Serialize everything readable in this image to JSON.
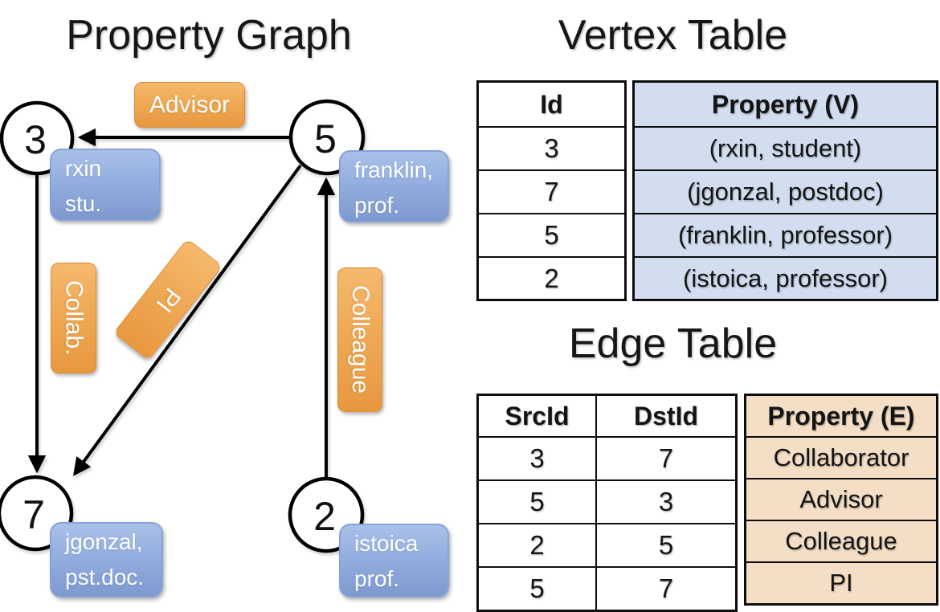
{
  "colors": {
    "edge_label_orange_top": "#F5B96E",
    "edge_label_orange_bottom": "#E8983F",
    "vertex_label_blue_top": "#A9C1E9",
    "vertex_label_blue_bottom": "#7E99CF",
    "vertex_property_cell_bg": "#D2DDF0",
    "edge_property_cell_bg": "#F4DFC6",
    "table_border": "#0d0d0d",
    "node_stroke": "#000000"
  },
  "graph": {
    "title": "Property Graph",
    "nodes": [
      {
        "id": "3"
      },
      {
        "id": "5"
      },
      {
        "id": "7"
      },
      {
        "id": "2"
      }
    ],
    "vertex_labels": [
      {
        "line1": "rxin",
        "line2": "stu."
      },
      {
        "line1": "franklin,",
        "line2": "prof."
      },
      {
        "line1": "jgonzal,",
        "line2": "pst.doc."
      },
      {
        "line1": "istoica",
        "line2": "prof."
      }
    ],
    "edge_labels": {
      "advisor": "Advisor",
      "collab": "Collab.",
      "pi": "PI",
      "colleague": "Colleague"
    }
  },
  "vertex_table": {
    "title": "Vertex Table",
    "columns": {
      "id": "Id",
      "property": "Property (V)"
    },
    "rows": [
      {
        "id": "3",
        "property": "(rxin, student)"
      },
      {
        "id": "7",
        "property": "(jgonzal, postdoc)"
      },
      {
        "id": "5",
        "property": "(franklin, professor)"
      },
      {
        "id": "2",
        "property": "(istoica, professor)"
      }
    ]
  },
  "edge_table": {
    "title": "Edge Table",
    "columns": {
      "src": "SrcId",
      "dst": "DstId",
      "property": "Property (E)"
    },
    "rows": [
      {
        "src": "3",
        "dst": "7",
        "property": "Collaborator"
      },
      {
        "src": "5",
        "dst": "3",
        "property": "Advisor"
      },
      {
        "src": "2",
        "dst": "5",
        "property": "Colleague"
      },
      {
        "src": "5",
        "dst": "7",
        "property": "PI"
      }
    ]
  }
}
